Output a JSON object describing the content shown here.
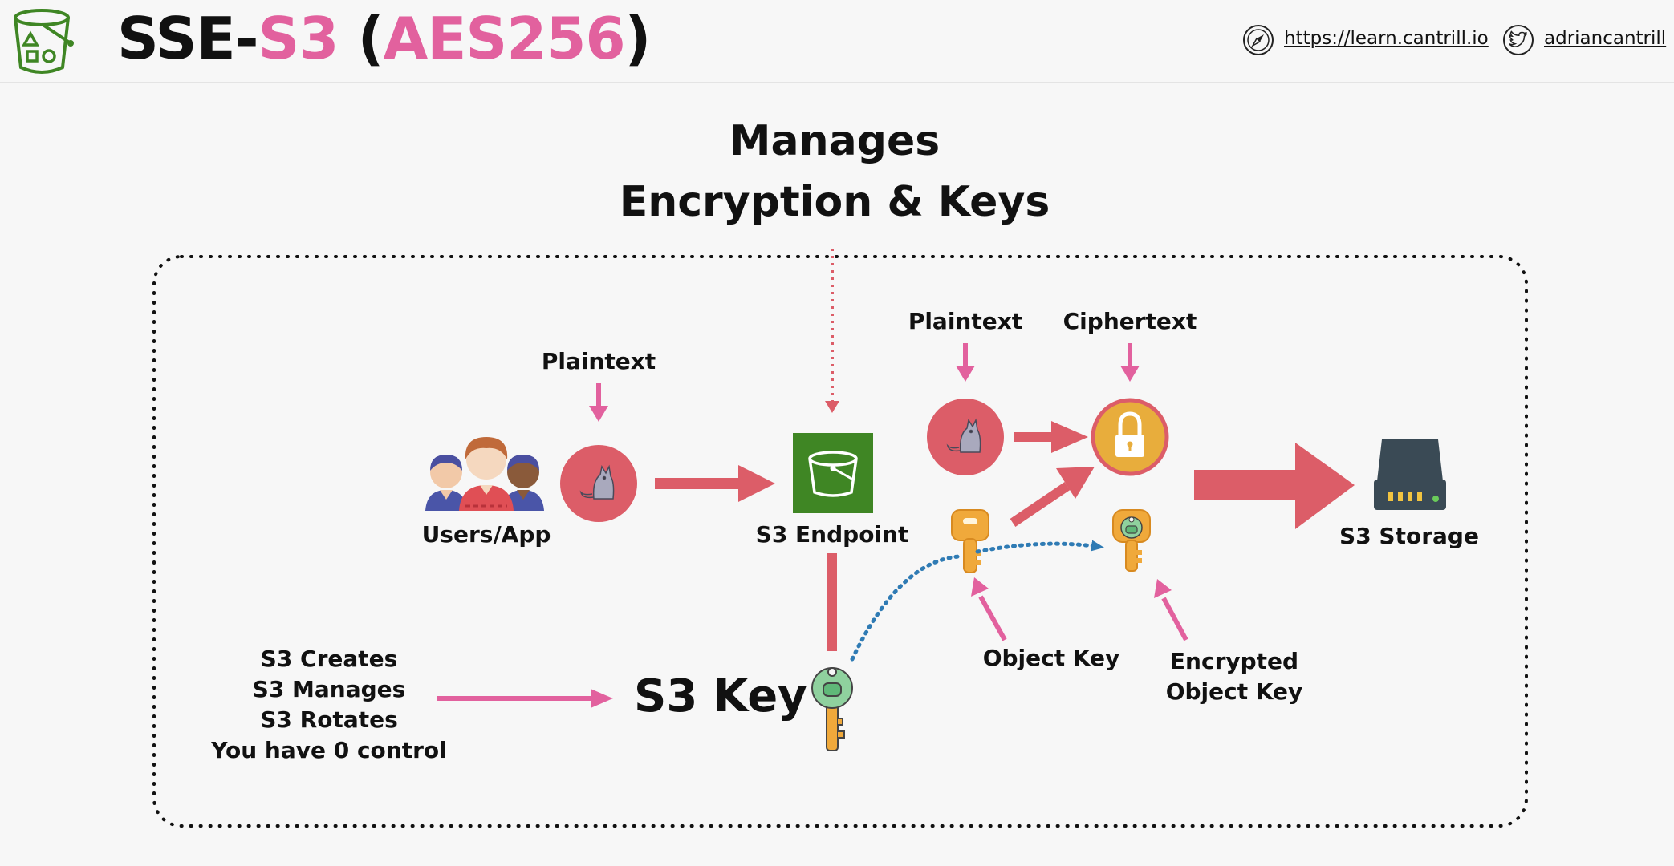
{
  "header": {
    "title_prefix": "SSE-",
    "title_s3": "S3",
    "title_open": " (",
    "title_aes": "AES256",
    "title_close": ")",
    "website_url": "https://learn.cantrill.io",
    "twitter_handle": "adriancantrill"
  },
  "heading": {
    "line1": "Manages",
    "line2": "Encryption & Keys"
  },
  "labels": {
    "plaintext_left": "Plaintext",
    "users_app": "Users/App",
    "s3_endpoint": "S3 Endpoint",
    "plaintext_right": "Plaintext",
    "ciphertext": "Ciphertext",
    "s3_storage": "S3 Storage",
    "object_key": "Object Key",
    "encrypted_object_key_line1": "Encrypted",
    "encrypted_object_key_line2": "Object Key",
    "s3_key": "S3 Key"
  },
  "s3_responsibilities": [
    "S3 Creates",
    "S3 Manages",
    "S3 Rotates",
    "You have 0 control"
  ],
  "colors": {
    "accent_pink": "#e2619e",
    "arrow_red": "#dc5d68",
    "bucket_green": "#3f8624",
    "lock_gold": "#e8ad3c",
    "key_orange": "#f0a93b",
    "key_green": "#8fd19e",
    "dotted_blue": "#2f7bb4",
    "storage_slate": "#3a4a55"
  },
  "icons": [
    "s3-bucket-logo-icon",
    "compass-icon",
    "twitter-bird-icon",
    "users-group-icon",
    "cat-icon",
    "bucket-icon",
    "lock-icon",
    "key-icon",
    "hard-drive-icon"
  ]
}
